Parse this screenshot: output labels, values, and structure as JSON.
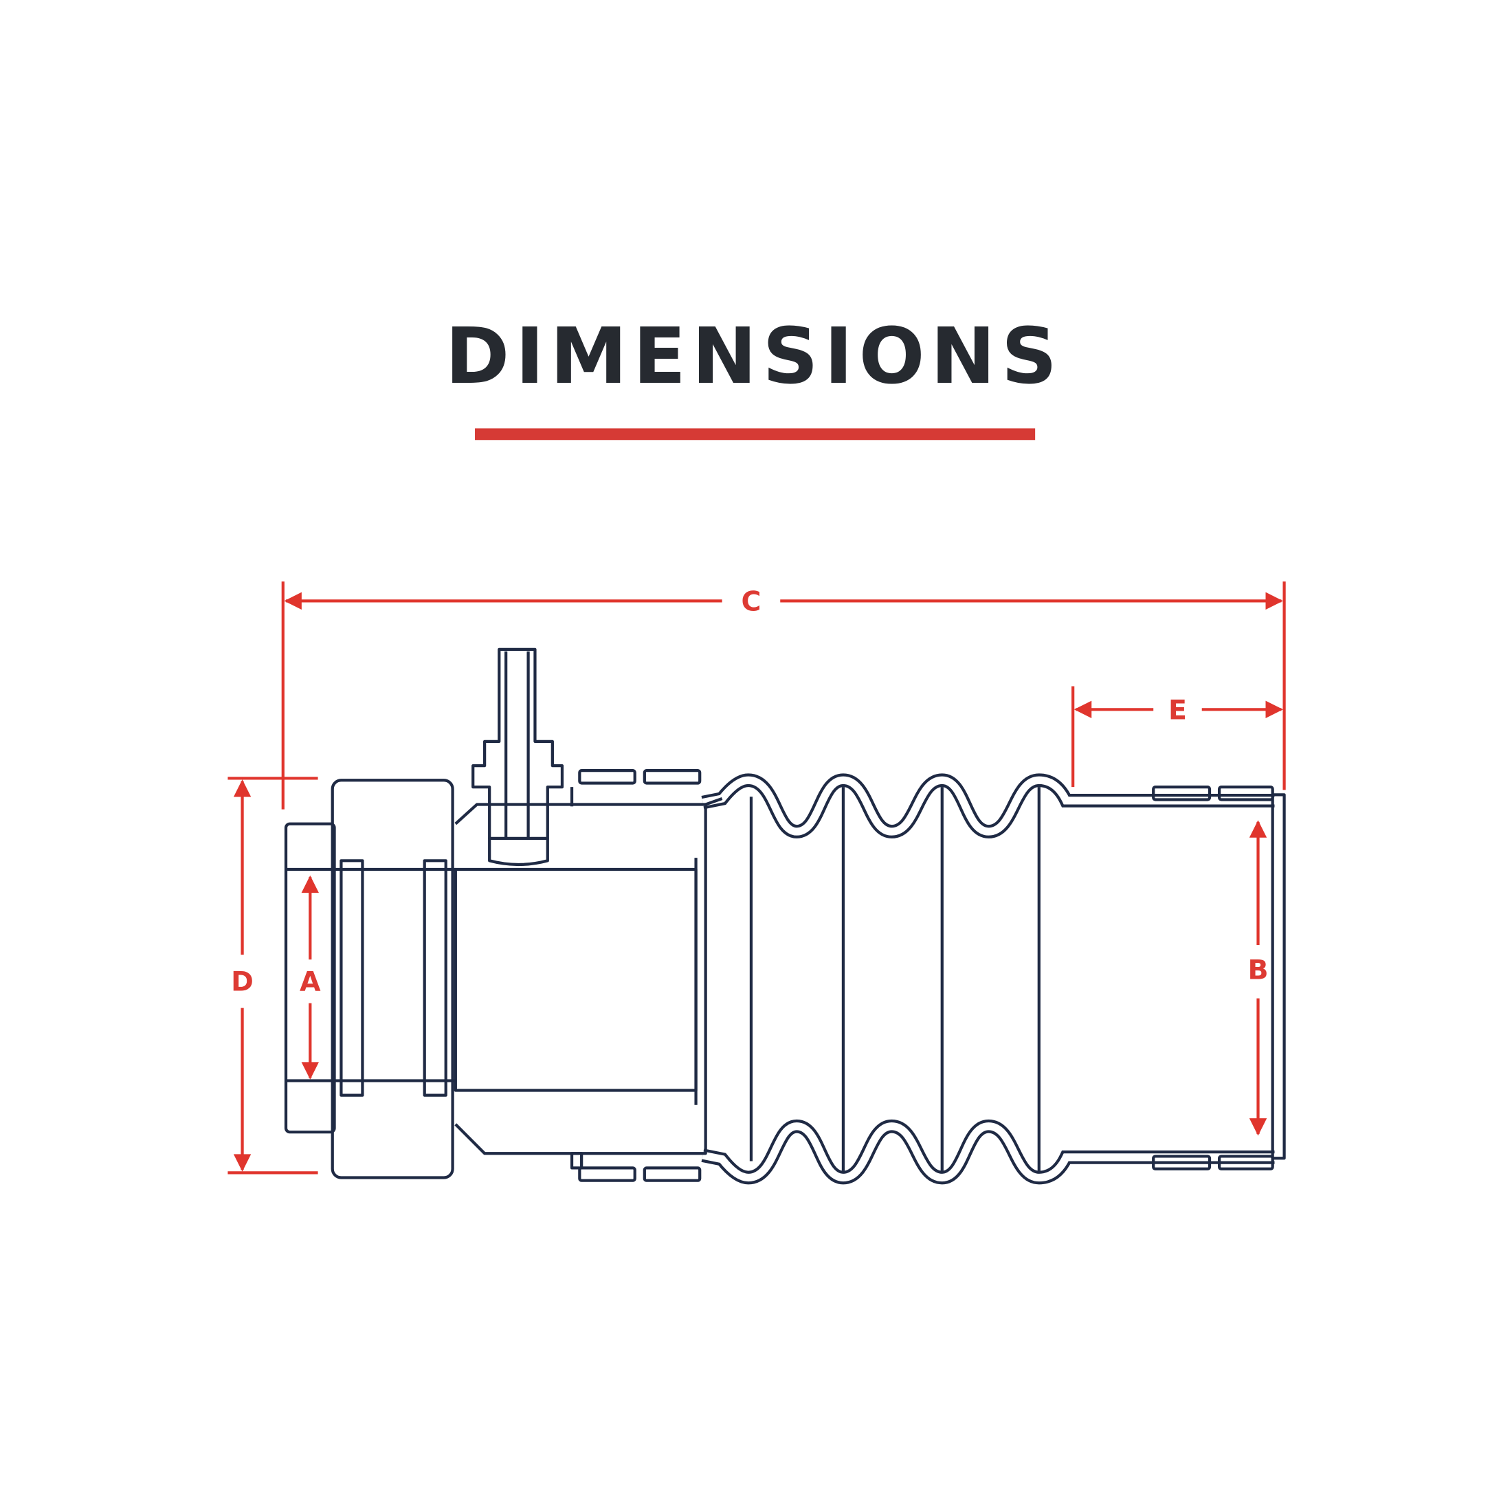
{
  "header": {
    "title": "DIMENSIONS"
  },
  "dimensions": {
    "a": "A",
    "b": "B",
    "c": "C",
    "d": "D",
    "e": "E"
  },
  "colors": {
    "accent": "#d63a35",
    "line": "#1f2a44",
    "title": "#262a30"
  }
}
